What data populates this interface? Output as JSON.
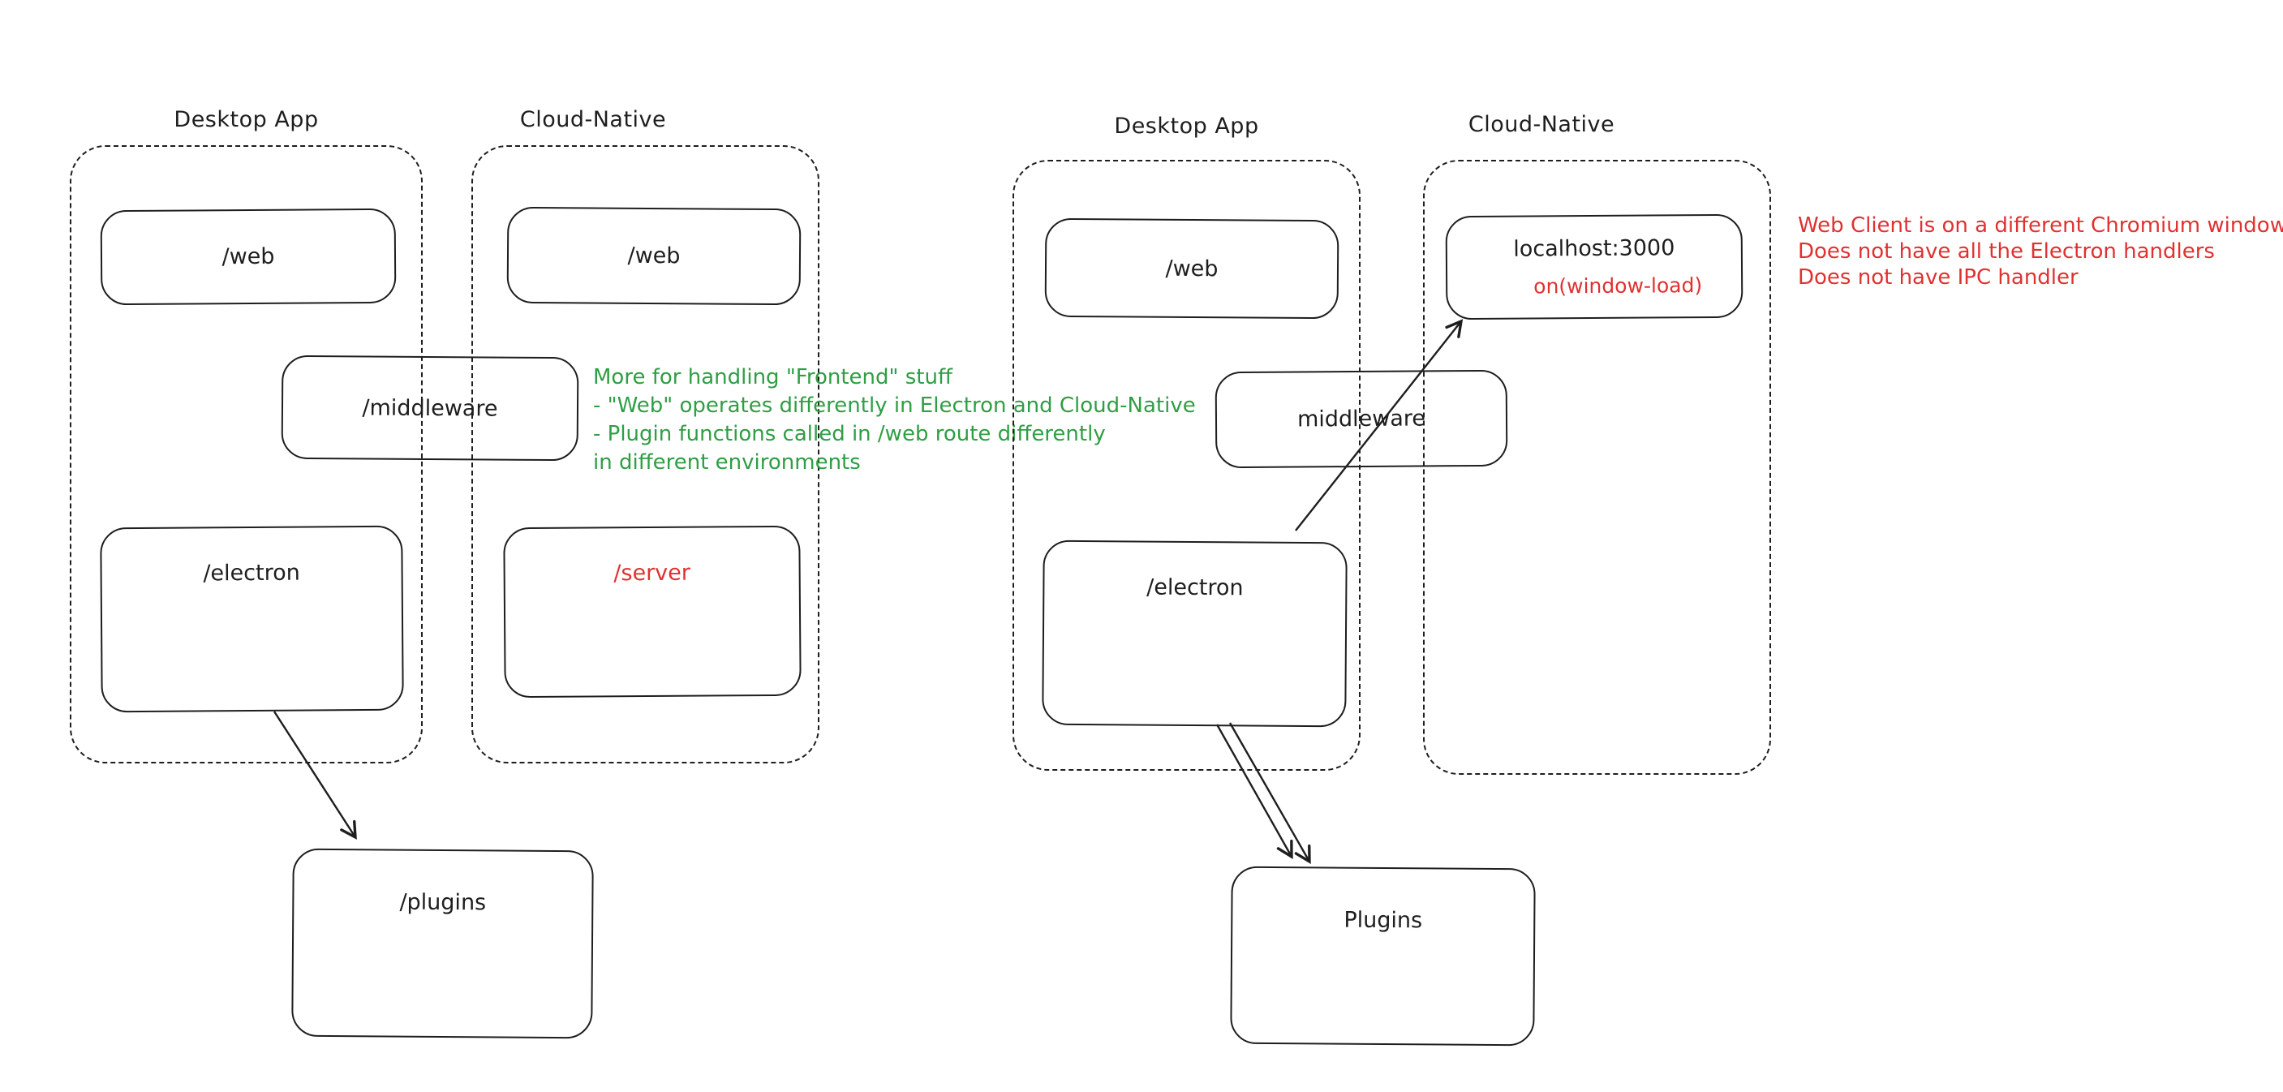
{
  "colors": {
    "stroke": "#1e1e1e",
    "green": "#2f9e44",
    "red": "#e03131",
    "background": "#ffffff"
  },
  "left": {
    "desktop_label": "Desktop App",
    "cloud_label": "Cloud-Native",
    "web_desktop": "/web",
    "web_cloud": "/web",
    "middleware": "/middleware",
    "electron": "/electron",
    "server": "/server",
    "plugins": "/plugins",
    "note": [
      "More for handling \"Frontend\" stuff",
      "- \"Web\" operates differently in Electron and Cloud-Native",
      "- Plugin functions called in /web route differently",
      "in different environments"
    ]
  },
  "right": {
    "desktop_label": "Desktop App",
    "cloud_label": "Cloud-Native",
    "web_desktop": "/web",
    "middleware": "middleware",
    "electron": "/electron",
    "localhost": "localhost:3000",
    "window_load": "on(window-load)",
    "plugins": "Plugins",
    "note": [
      "Web Client is on a different Chromium window",
      "Does not have all the Electron handlers",
      "Does not have IPC handler"
    ]
  }
}
